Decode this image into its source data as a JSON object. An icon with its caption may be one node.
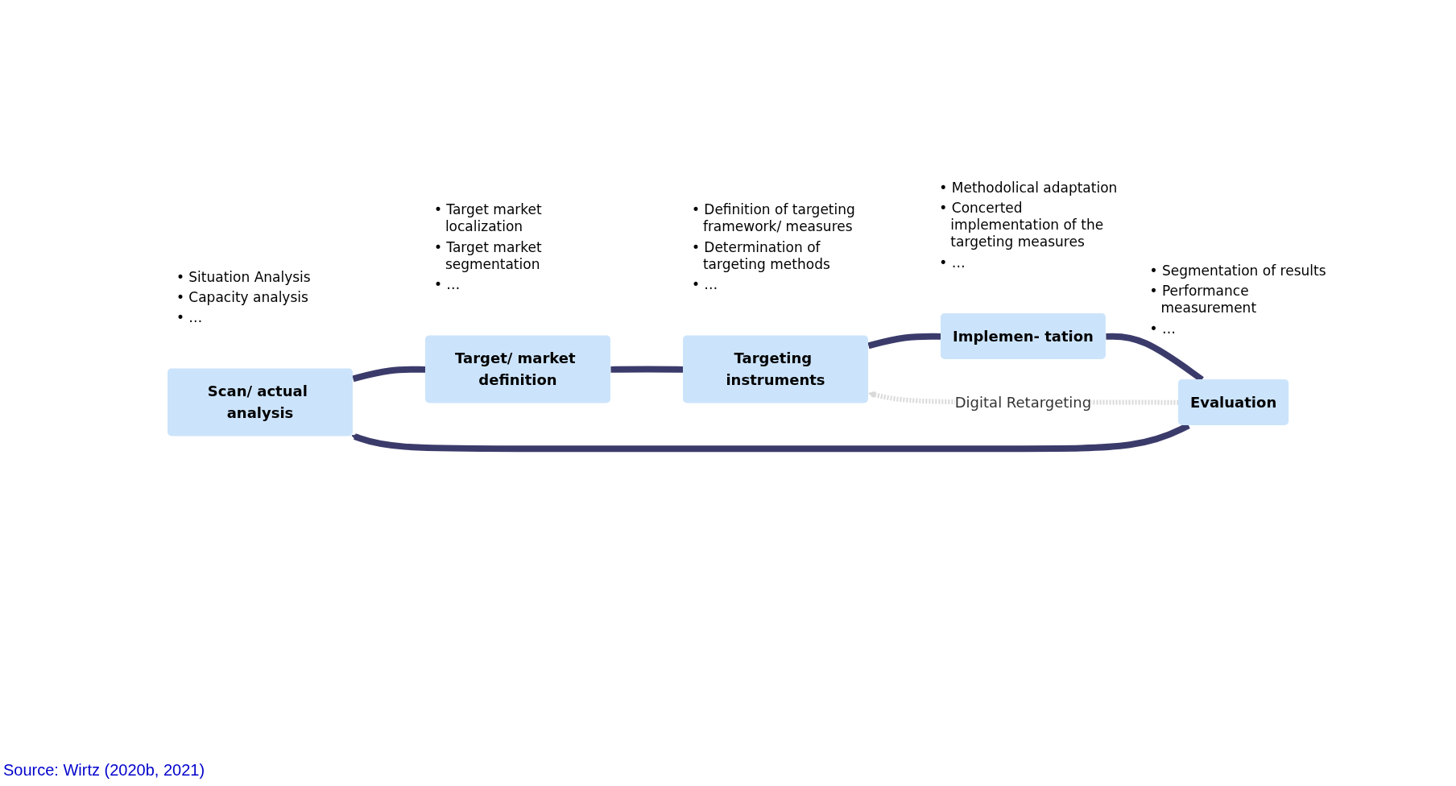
{
  "diagram": {
    "caption": "Source: Wirtz (2020b, 2021)",
    "nodes": [
      {
        "text": [
          "Scan/ actual analysis"
        ],
        "beside": [
          "• Situation Analysis",
          "• Capacity analysis",
          "• …"
        ]
      },
      {
        "text": [
          "Target/ market definition"
        ],
        "beside": [
          "• Target market localization",
          "• Target market segmentation",
          "• …"
        ]
      },
      {
        "text": [
          "Targeting instruments"
        ],
        "beside": [
          "• Definition of targeting framework/ measures",
          "• Determination of targeting methods",
          "• …"
        ]
      },
      {
        "text": [
          "Implemen- tation"
        ],
        "beside": [
          "• Methodolical adaptation",
          "• Concerted implementation of the targeting measures",
          "• …"
        ]
      },
      {
        "text": [
          "Evaluation"
        ],
        "beside": [
          "• Segmentation of results",
          "• Performance measurement",
          "• …"
        ]
      }
    ],
    "edges": [
      {
        "from": 0,
        "to": 1,
        "arrow": "none"
      },
      {
        "from": 1,
        "to": 2,
        "arrow": "none"
      },
      {
        "from": 2,
        "to": 3,
        "arrow": "none"
      },
      {
        "from": 3,
        "to": 4,
        "arrow": "none"
      },
      {
        "from": 4,
        "to": 0,
        "arrow": "to"
      },
      {
        "from": 4,
        "to": 2,
        "arrow": "to",
        "label": "Digital Retargeting",
        "style": "dashed",
        "color": "#d9d9d9"
      }
    ]
  }
}
